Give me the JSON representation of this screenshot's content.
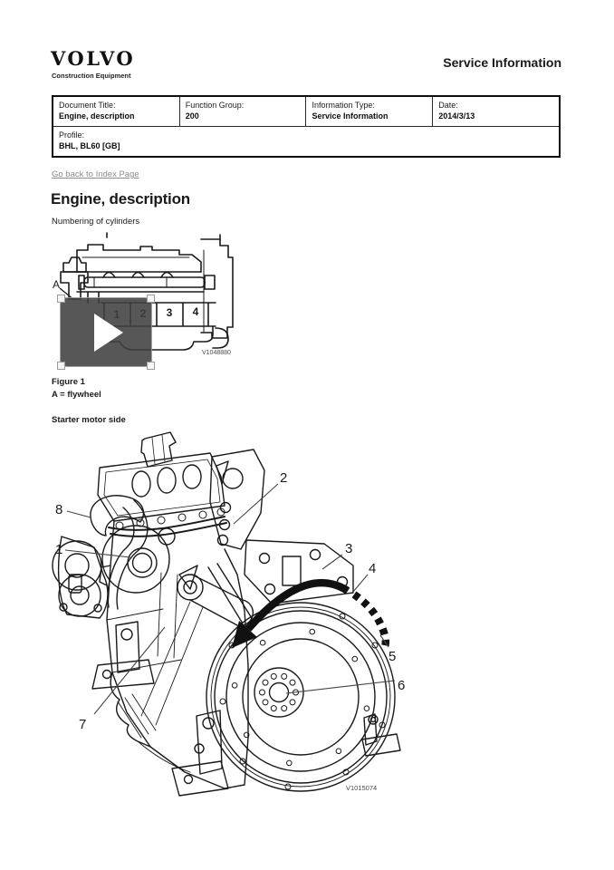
{
  "brand": {
    "logo_text": "VOLVO",
    "division": "Construction Equipment"
  },
  "header": {
    "title": "Service Information"
  },
  "doc_table": {
    "fields": [
      {
        "label": "Document Title:",
        "value": "Engine, description"
      },
      {
        "label": "Function Group:",
        "value": "200"
      },
      {
        "label": "Information Type:",
        "value": "Service Information"
      },
      {
        "label": "Date:",
        "value": "2014/3/13"
      }
    ],
    "profile": {
      "label": "Profile:",
      "value": "BHL, BL60 [GB]"
    }
  },
  "nav": {
    "back_link_label": "Go back to Index Page"
  },
  "article": {
    "title": "Engine, description",
    "intro": "Numbering of cylinders",
    "figure1": {
      "flywheel_label": "A",
      "cylinder_numbers": [
        "1",
        "2",
        "3",
        "4"
      ],
      "watermark": "V1048880",
      "caption": "Figure 1",
      "legend": "A = flywheel"
    },
    "section_title": "Starter motor side",
    "figure2": {
      "callouts": [
        "1",
        "2",
        "3",
        "4",
        "5",
        "6",
        "7",
        "8"
      ],
      "watermark": "V1015074"
    }
  },
  "media": {
    "play_icon": "triangle-right"
  },
  "colors": {
    "text": "#1a1a1a",
    "line_art": "#1a1a1a",
    "link": "#8c8c8c",
    "overlay_background": "#404040",
    "page_background": "#ffffff"
  }
}
